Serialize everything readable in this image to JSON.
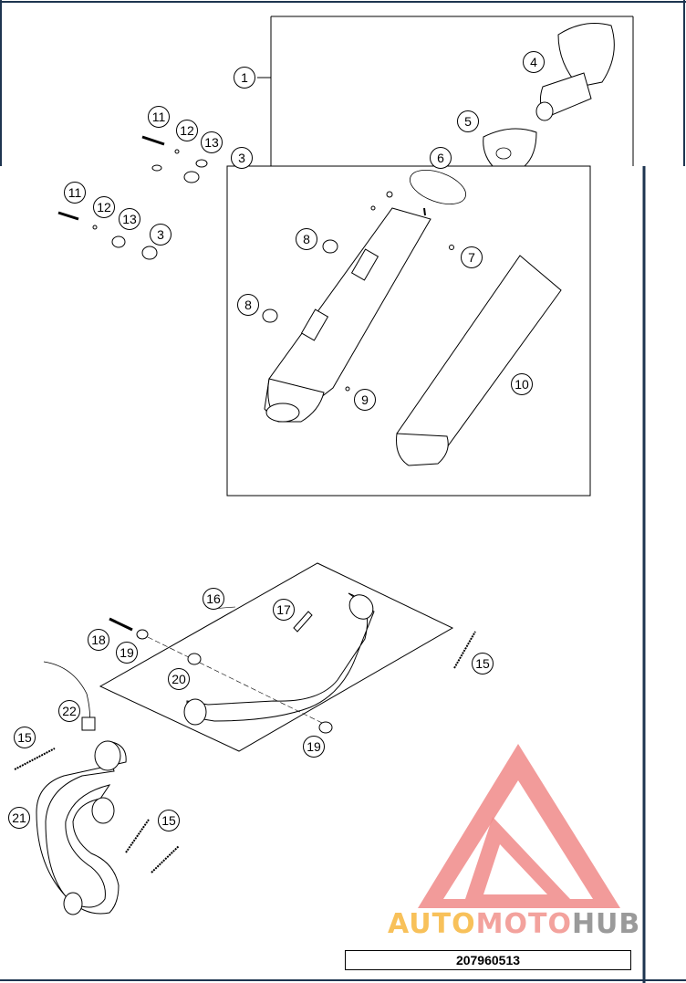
{
  "diagram": {
    "callouts_top": [
      {
        "id": "c1",
        "label": "1"
      },
      {
        "id": "c4",
        "label": "4"
      },
      {
        "id": "c5",
        "label": "5"
      },
      {
        "id": "c6",
        "label": "6"
      },
      {
        "id": "c11a",
        "label": "11"
      },
      {
        "id": "c12a",
        "label": "12"
      },
      {
        "id": "c13a",
        "label": "13"
      },
      {
        "id": "c3a",
        "label": "3"
      }
    ],
    "callouts_mid": [
      {
        "id": "c11b",
        "label": "11"
      },
      {
        "id": "c12b",
        "label": "12"
      },
      {
        "id": "c13b",
        "label": "13"
      },
      {
        "id": "c3b",
        "label": "3"
      },
      {
        "id": "c8a",
        "label": "8"
      },
      {
        "id": "c7",
        "label": "7"
      },
      {
        "id": "c8b",
        "label": "8"
      },
      {
        "id": "c10",
        "label": "10"
      },
      {
        "id": "c9",
        "label": "9"
      }
    ],
    "callouts_bottom": [
      {
        "id": "c16",
        "label": "16"
      },
      {
        "id": "c17",
        "label": "17"
      },
      {
        "id": "c18",
        "label": "18"
      },
      {
        "id": "c19a",
        "label": "19"
      },
      {
        "id": "c15a",
        "label": "15"
      },
      {
        "id": "c20",
        "label": "20"
      },
      {
        "id": "c22",
        "label": "22"
      },
      {
        "id": "c19b",
        "label": "19"
      },
      {
        "id": "c15b",
        "label": "15"
      },
      {
        "id": "c21",
        "label": "21"
      },
      {
        "id": "c15c",
        "label": "15"
      }
    ],
    "document_number": "207960513"
  },
  "watermark": {
    "word_parts": [
      "AUTO",
      "MOTO",
      "HUB"
    ],
    "colors": {
      "auto": "#f8c15a",
      "moto": "#f3a29d",
      "hub": "#9a9a9a",
      "triangle": "#f08a88"
    }
  },
  "colors": {
    "frame": "#1e3550",
    "line": "#000000"
  }
}
